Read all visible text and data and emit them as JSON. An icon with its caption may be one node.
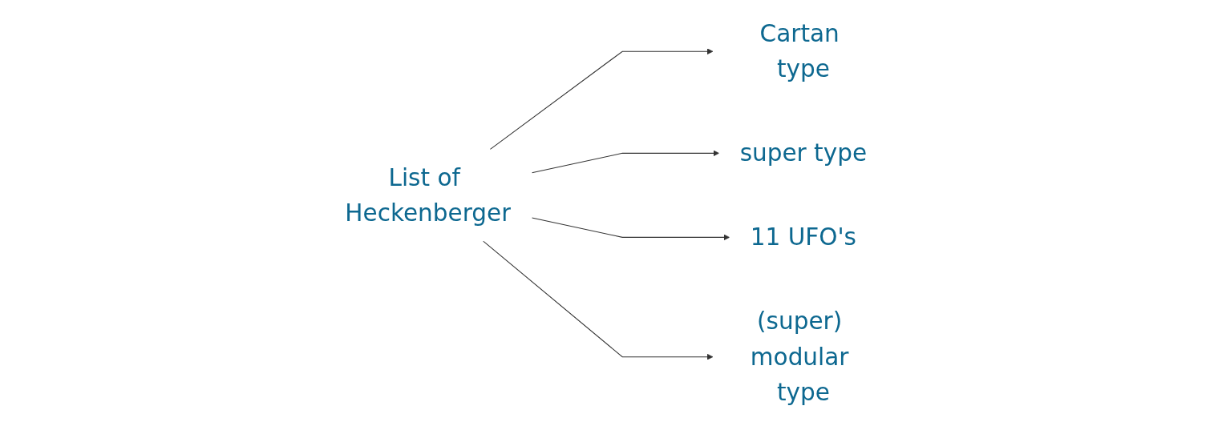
{
  "diagram": {
    "nodes": [
      {
        "text": [
          "List of Heckenberger"
        ]
      },
      {
        "text": [
          "Cartan type"
        ]
      },
      {
        "text": [
          "super type"
        ]
      },
      {
        "text": [
          "11 UFO's"
        ]
      },
      {
        "text": [
          "(super) modular type"
        ]
      }
    ],
    "edges": [
      {
        "from": 0,
        "to": 1,
        "arrow": "to"
      },
      {
        "from": 0,
        "to": 2,
        "arrow": "to"
      },
      {
        "from": 0,
        "to": 3,
        "arrow": "to"
      },
      {
        "from": 0,
        "to": 4,
        "arrow": "to"
      }
    ]
  }
}
